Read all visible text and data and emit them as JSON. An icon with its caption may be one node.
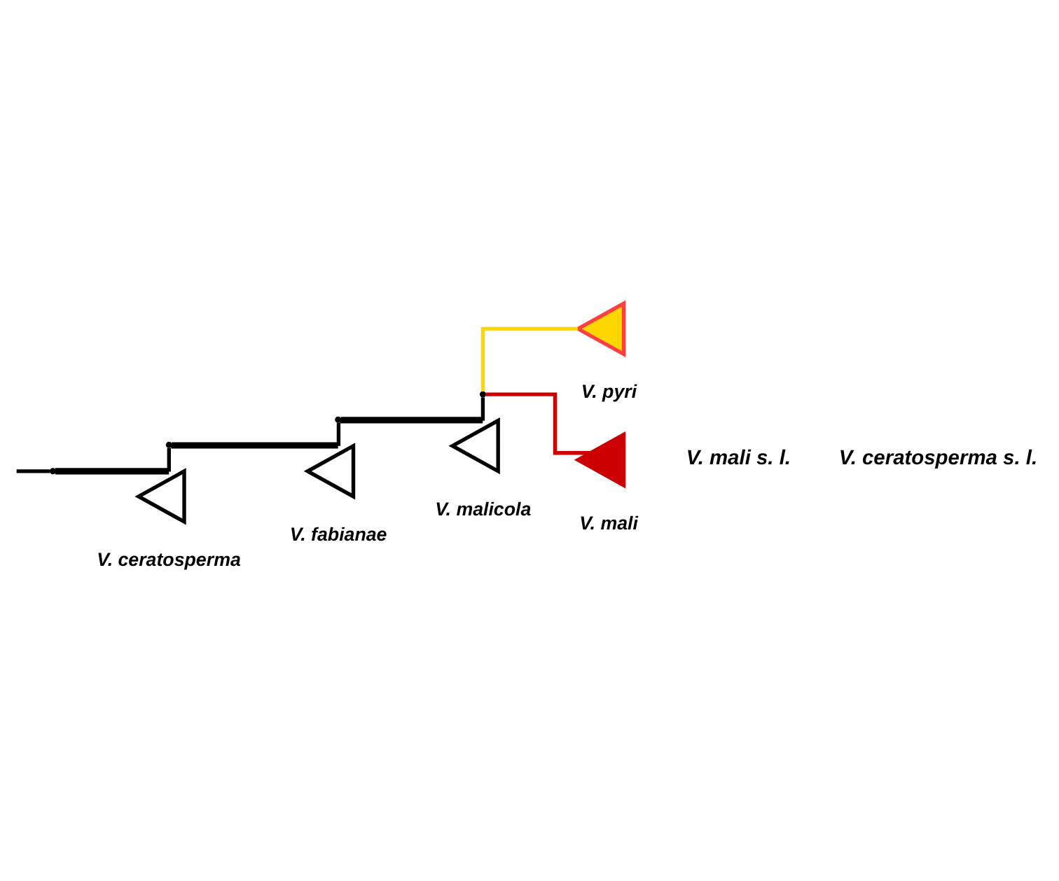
{
  "diagram": {
    "nodes": [
      {
        "text": [],
        "shape": "point"
      },
      {
        "text": [],
        "shape": "point"
      },
      {
        "text": [],
        "shape": "point"
      },
      {
        "text": [],
        "shape": "point"
      },
      {
        "text": [],
        "shape": "triangle",
        "beside": [
          "V. pyri"
        ]
      },
      {
        "text": [],
        "shape": "triangle",
        "beside": [
          "V. mali"
        ]
      },
      {
        "text": [],
        "shape": "triangle",
        "beside": [
          "V. malicola"
        ]
      },
      {
        "text": [],
        "shape": "triangle",
        "beside": [
          "V. fabianae"
        ]
      },
      {
        "text": [],
        "shape": "triangle",
        "beside": [
          "V. ceratosperma"
        ]
      }
    ],
    "edges": [
      {
        "from": null,
        "to": 0,
        "arrow": "none"
      },
      {
        "from": 0,
        "to": 1,
        "arrow": "none"
      },
      {
        "from": 0,
        "to": 8,
        "arrow": "none"
      },
      {
        "from": 1,
        "to": 2,
        "arrow": "none"
      },
      {
        "from": 1,
        "to": 7,
        "arrow": "none"
      },
      {
        "from": 2,
        "to": 3,
        "arrow": "none"
      },
      {
        "from": 2,
        "to": 6,
        "arrow": "none"
      },
      {
        "from": 3,
        "to": 4,
        "arrow": "none",
        "color": "#ffd700"
      },
      {
        "from": 3,
        "to": 5,
        "arrow": "none",
        "color": "#cc0000"
      }
    ],
    "labels": [
      "V. mali s. l.",
      "V. ceratosperma s. l."
    ]
  }
}
